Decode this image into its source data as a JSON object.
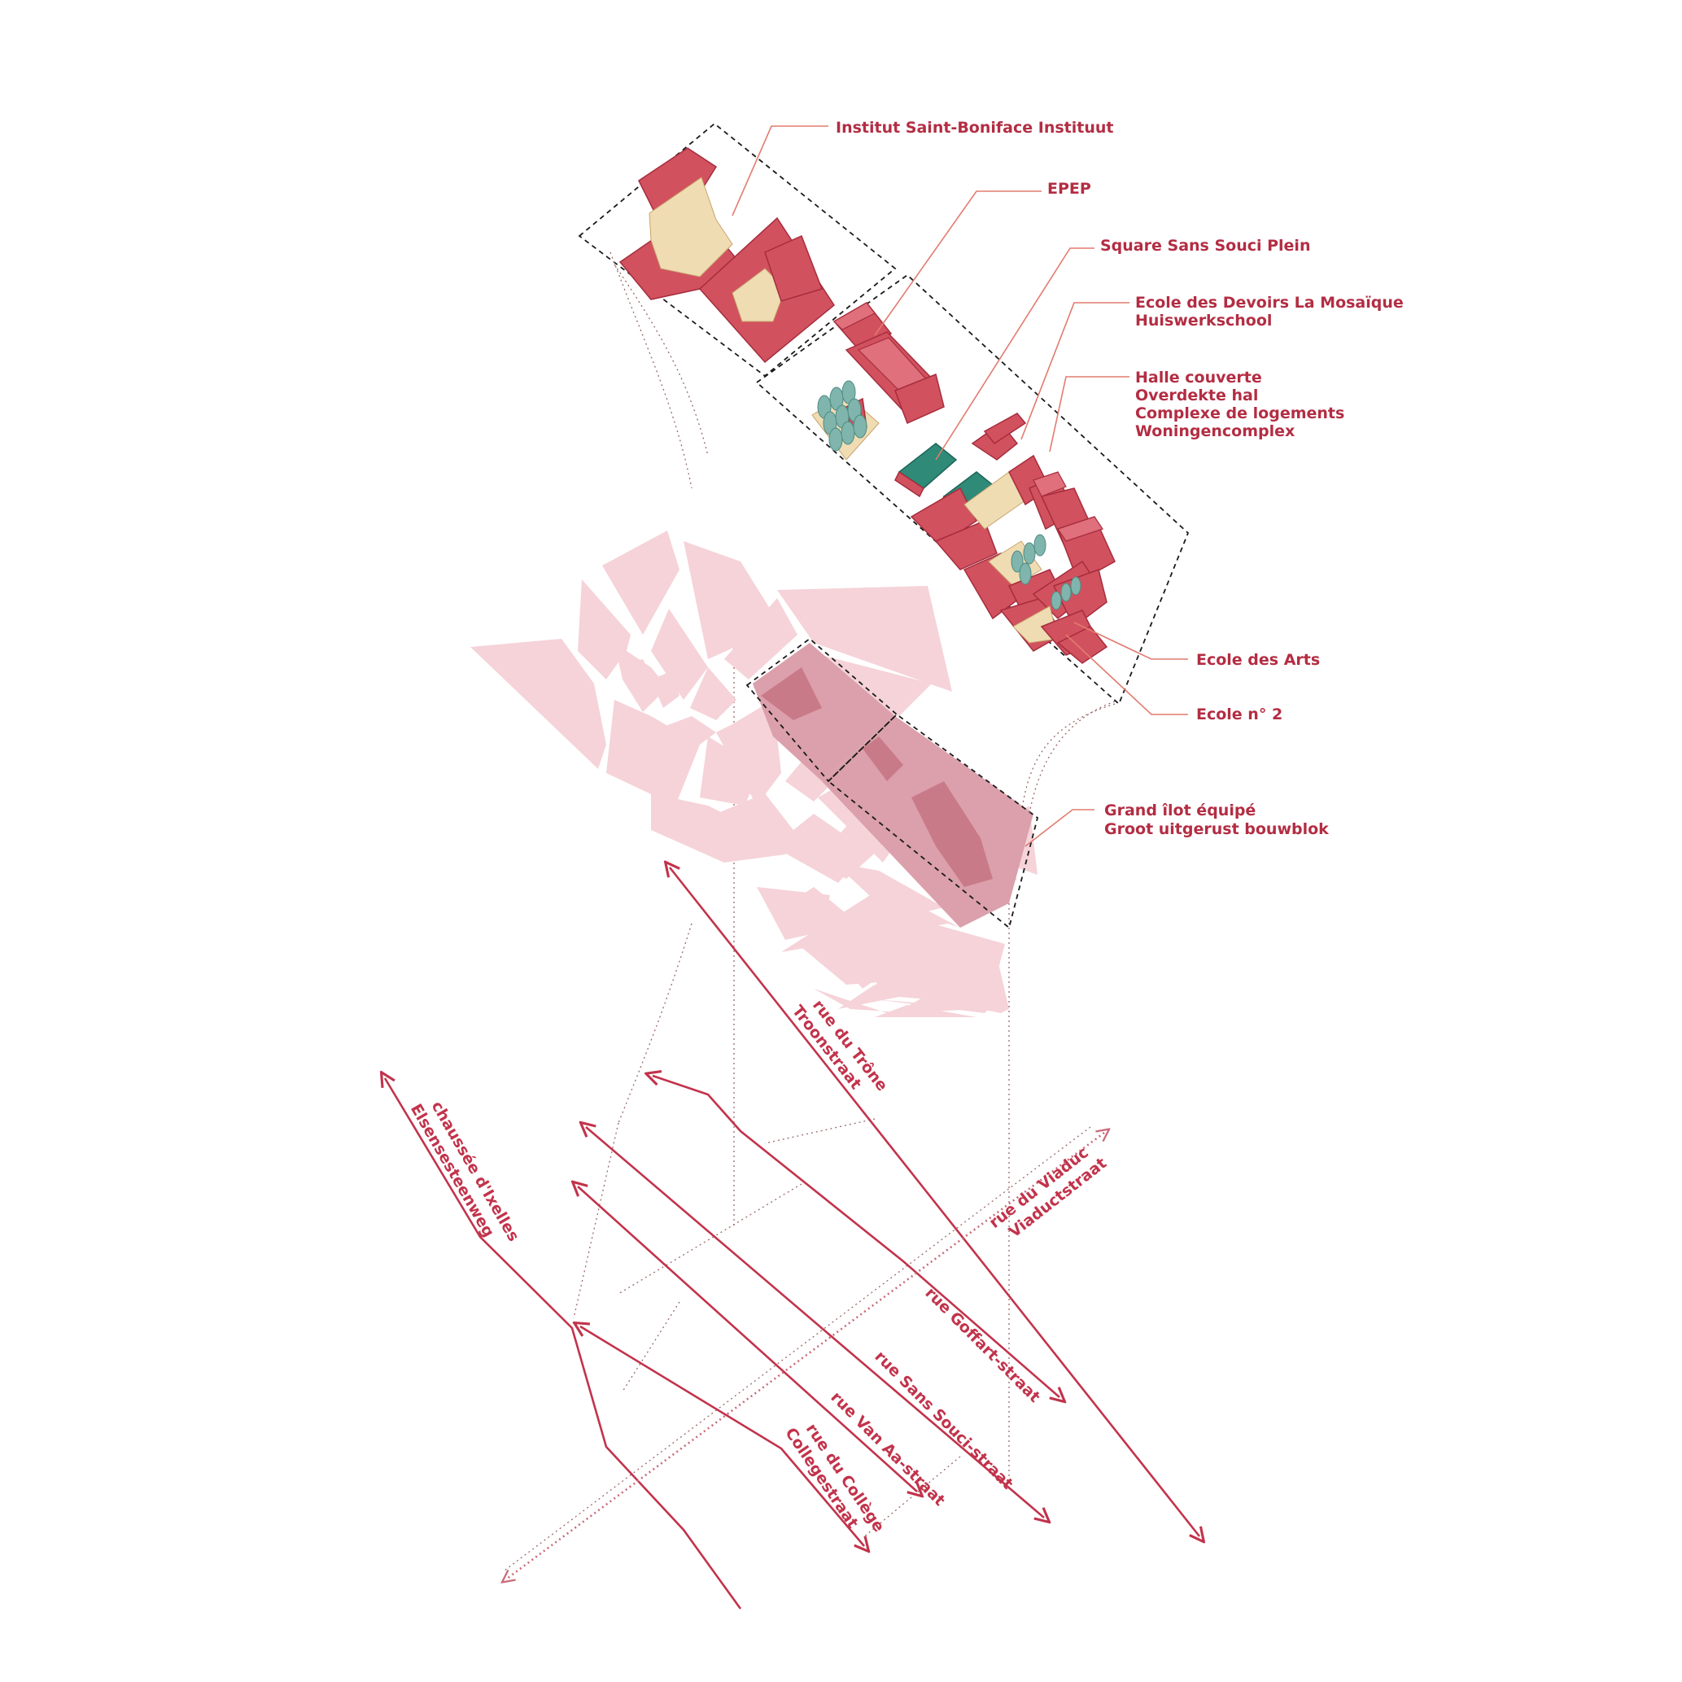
{
  "colors": {
    "accent": "#c2334b",
    "label_text": "#b32d43",
    "building": "#d2515f",
    "courtyard": "#efdcb2",
    "tree": "#7fb5ad",
    "water": "#2f8a78",
    "urban_block": "#f5d3d9",
    "frame": "#1a1a1a"
  },
  "labels": {
    "institut": "Institut Saint-Boniface Instituut",
    "epep": "EPEP",
    "square": "Square Sans Souci Plein",
    "ecole_devoirs_1": "Ecole des Devoirs La Mosaïque",
    "ecole_devoirs_2": "Huiswerkschool",
    "halle_1": "Halle couverte",
    "halle_2": "Overdekte hal",
    "halle_3": "Complexe de logements",
    "halle_4": "Woningencomplex",
    "ecole_arts": "Ecole des Arts",
    "ecole_2": "Ecole n° 2",
    "grand_ilot_1": "Grand îlot équipé",
    "grand_ilot_2": "Groot uitgerust bouwblok"
  },
  "streets": {
    "trone_1": "rue du Trône",
    "trone_2": "Troonstraat",
    "ixelles_1": "chaussée d'Ixelles",
    "ixelles_2": "Elsensesteenweg",
    "viaduc_1": "rue du Viaduc",
    "viaduc_2": "Viaductstraat",
    "goffart": "rue Goffart-straat",
    "sans_souci": "rue Sans Souci-straat",
    "van_aa": "rue Van Aa-straat",
    "college_1": "rue du Collège",
    "college_2": "Collegestraat"
  }
}
